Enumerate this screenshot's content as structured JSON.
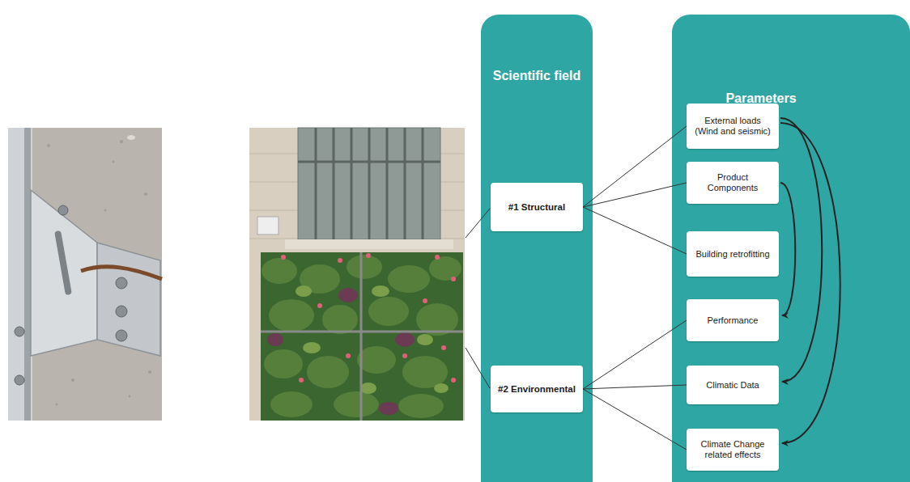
{
  "diagram": {
    "nodes": [
      {
        "text": [
          "Scientific field"
        ]
      },
      {
        "text": [
          "#1 Structural"
        ],
        "in": 0
      },
      {
        "text": [
          "#2 Environmental"
        ],
        "in": 0
      },
      {
        "text": [
          "Parameters"
        ]
      },
      {
        "text": [
          "External loads (Wind and seismic)"
        ],
        "in": 3
      },
      {
        "text": [
          "Product Components"
        ],
        "in": 3
      },
      {
        "text": [
          "Building retrofitting"
        ],
        "in": 3
      },
      {
        "text": [
          "Performance"
        ],
        "in": 3
      },
      {
        "text": [
          "Climatic Data"
        ],
        "in": 3
      },
      {
        "text": [
          "Climate Change related effects"
        ],
        "in": 3
      }
    ],
    "edges": [
      {
        "from": 1,
        "to": 4,
        "arrow": "none"
      },
      {
        "from": 1,
        "to": 5,
        "arrow": "none"
      },
      {
        "from": 1,
        "to": 6,
        "arrow": "none"
      },
      {
        "from": 2,
        "to": 7,
        "arrow": "none"
      },
      {
        "from": 2,
        "to": 8,
        "arrow": "none"
      },
      {
        "from": 2,
        "to": 9,
        "arrow": "none"
      },
      {
        "from": 5,
        "to": 7,
        "arrow": "to"
      },
      {
        "from": 4,
        "to": 8,
        "arrow": "to"
      },
      {
        "from": 4,
        "to": 9,
        "arrow": "to"
      }
    ]
  }
}
